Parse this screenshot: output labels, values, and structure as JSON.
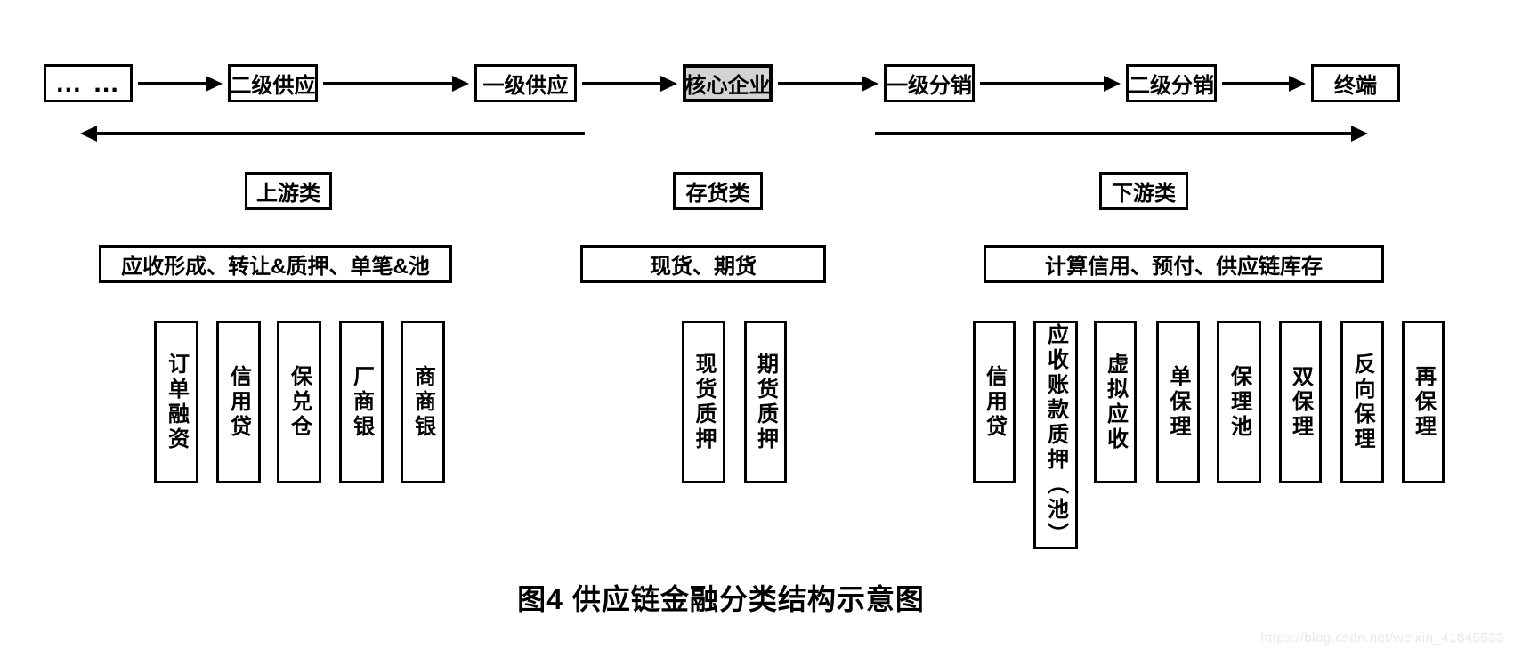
{
  "diagram": {
    "caption": "图4  供应链金融分类结构示意图",
    "watermark": "https://blog.csdn.net/weixin_41845533",
    "chain": [
      {
        "label": "… …",
        "highlight": false
      },
      {
        "label": "二级供应",
        "highlight": false
      },
      {
        "label": "一级供应",
        "highlight": false
      },
      {
        "label": "核心企业",
        "highlight": true
      },
      {
        "label": "一级分销",
        "highlight": false
      },
      {
        "label": "二级分销",
        "highlight": false
      },
      {
        "label": "终端",
        "highlight": false
      }
    ],
    "categories": [
      {
        "label": "上游类",
        "summary": "应收形成、转让&质押、单笔&池",
        "items": [
          "订单融资",
          "信用贷",
          "保兑仓",
          "厂商银",
          "商商银"
        ]
      },
      {
        "label": "存货类",
        "summary": "现货、期货",
        "items": [
          "现货质押",
          "期货质押"
        ]
      },
      {
        "label": "下游类",
        "summary": "计算信用、预付、供应链库存",
        "items": [
          "信用贷",
          "应收账款质押（池）",
          "虚拟应收",
          "单保理",
          "保理池",
          "双保理",
          "反向保理",
          "再保理"
        ]
      }
    ],
    "colors": {
      "highlight_bg": "#d3d3d3",
      "line": "#000000",
      "watermark_text": "#e8e8e8"
    }
  }
}
